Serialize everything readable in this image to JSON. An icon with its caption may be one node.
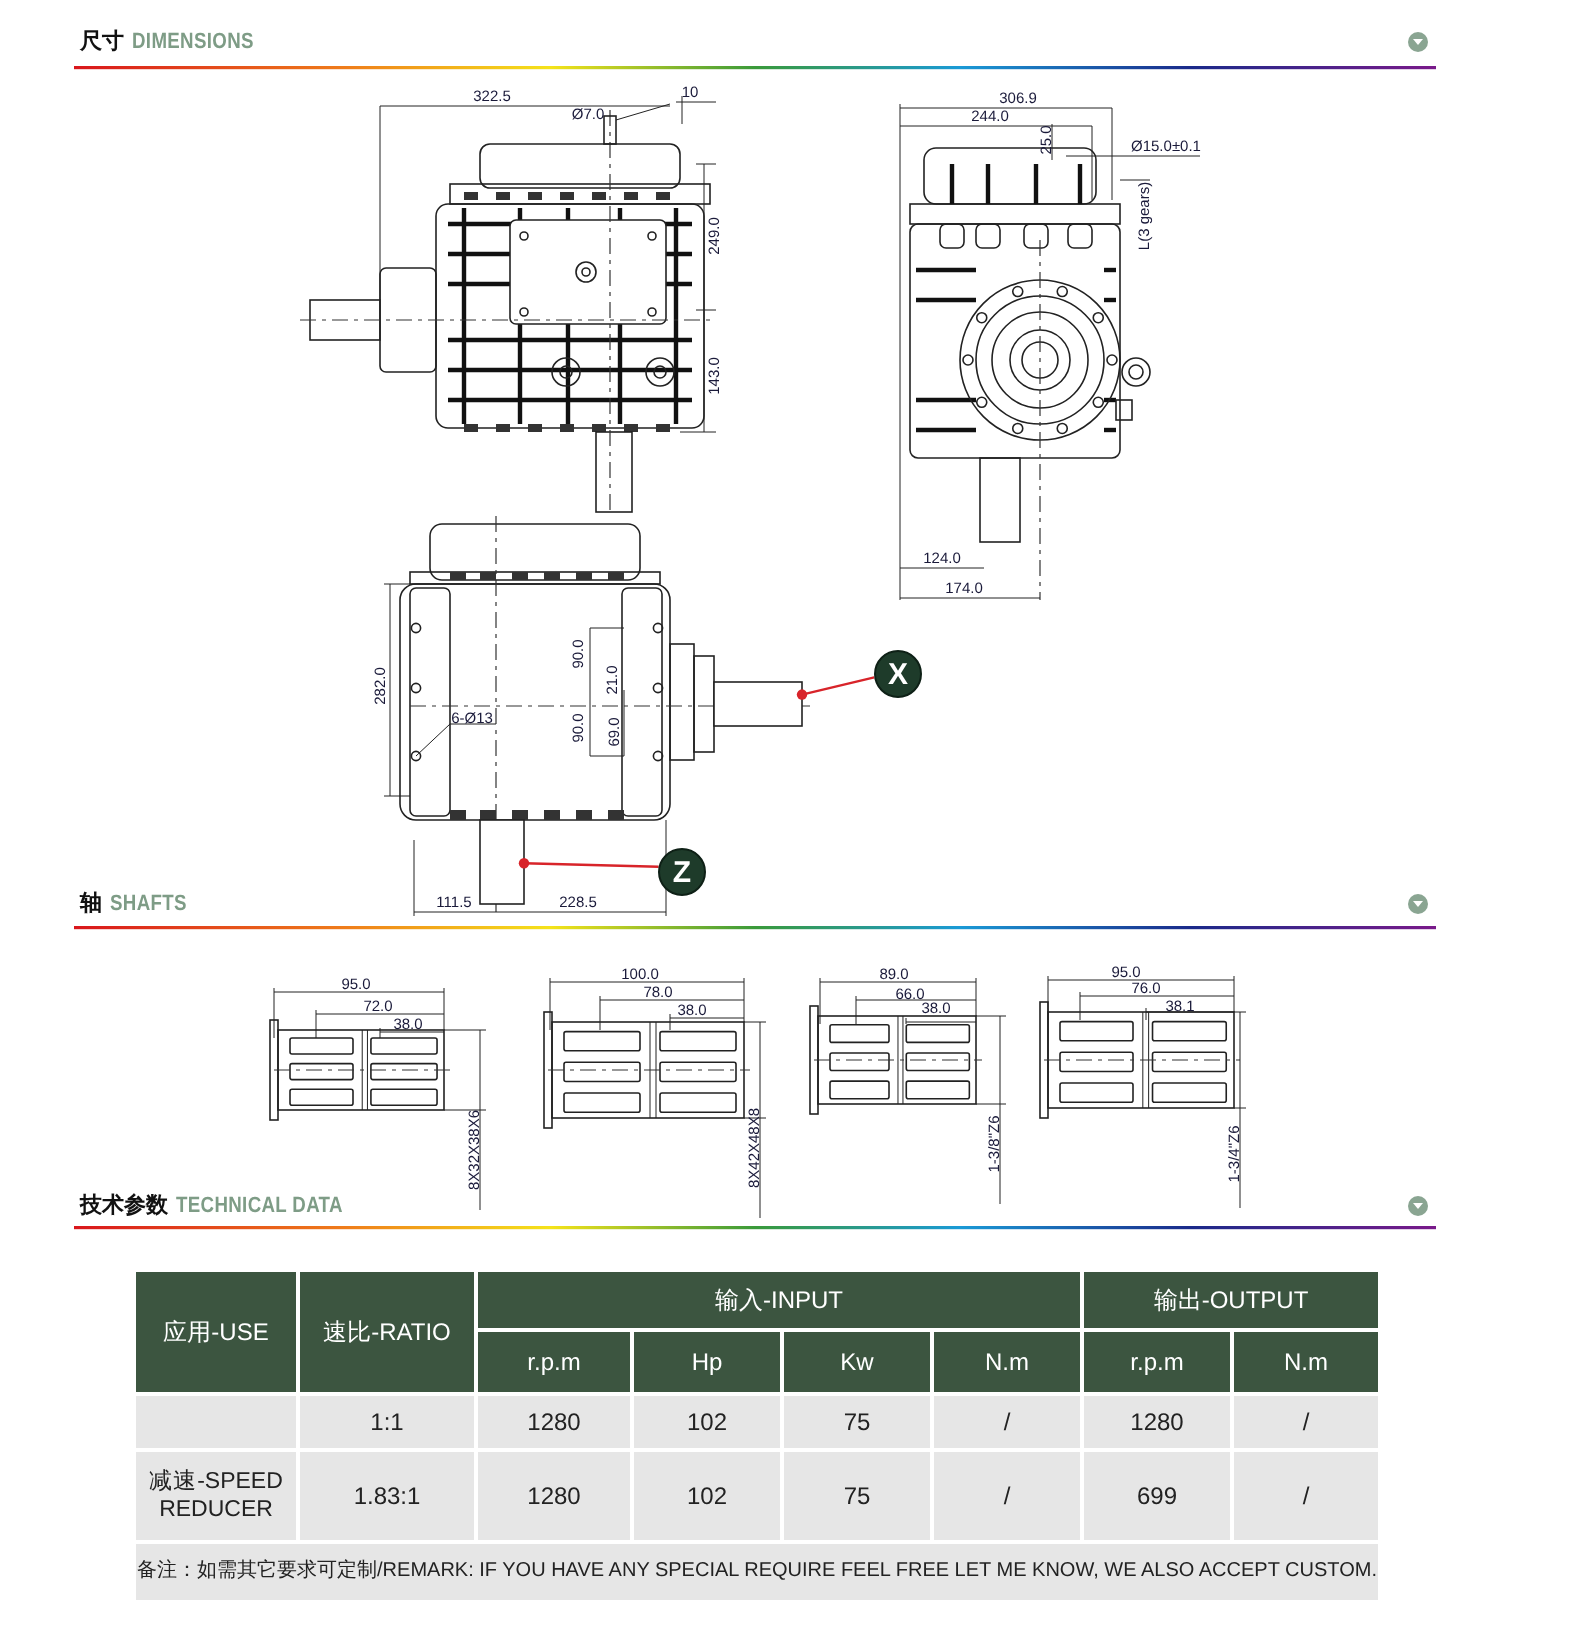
{
  "diagram": {
    "nodes": [
      {
        "text": [
          "X"
        ]
      },
      {
        "text": [
          "Z"
        ]
      },
      {
        "text": [],
        "shape": "box"
      },
      {
        "text": [],
        "shape": "box"
      }
    ],
    "edges": [
      {
        "from": 0,
        "to": 2,
        "arrow": "other"
      },
      {
        "from": 1,
        "to": 3,
        "arrow": "other"
      }
    ],
    "labels": [
      "尺寸",
      "DIMENSIONS",
      "322.5",
      "Ø7.0",
      "10",
      "249.0",
      "143.0",
      "306.9",
      "244.0",
      "25.0",
      "Ø15.0±0.1",
      "L(3 gears)",
      "124.0",
      "174.0",
      "282.0",
      "90.0",
      "21.0",
      "6-Ø13",
      "90.0",
      "69.0",
      "111.5",
      "228.5",
      "轴",
      "SHAFTS",
      "95.0",
      "72.0",
      "38.0",
      "8X32X38X6",
      "100.0",
      "78.0",
      "38.0",
      "8X42X48X8",
      "89.0",
      "66.0",
      "38.0",
      "1-3/8\"Z6",
      "95.0",
      "76.0",
      "38.1",
      "1-3/4\"Z6",
      "技术参数",
      "TECHNICAL DATA",
      "应用-USE",
      "速比-RATIO",
      "输入-INPUT",
      "输出-OUTPUT",
      "r.p.m",
      "Hp",
      "Kw",
      "N.m",
      "r.p.m",
      "N.m",
      "1:1",
      "1280",
      "102",
      "75",
      "/",
      "1280",
      "/",
      "减速-SPEED REDUCER",
      "1.83:1",
      "1280",
      "102",
      "75",
      "/",
      "699",
      "/",
      "备注：如需其它要求可定制/REMARK: IF YOU HAVE ANY SPECIAL REQUIRE FEEL FREE LET ME KNOW, WE ALSO ACCEPT CUSTOM."
    ]
  }
}
